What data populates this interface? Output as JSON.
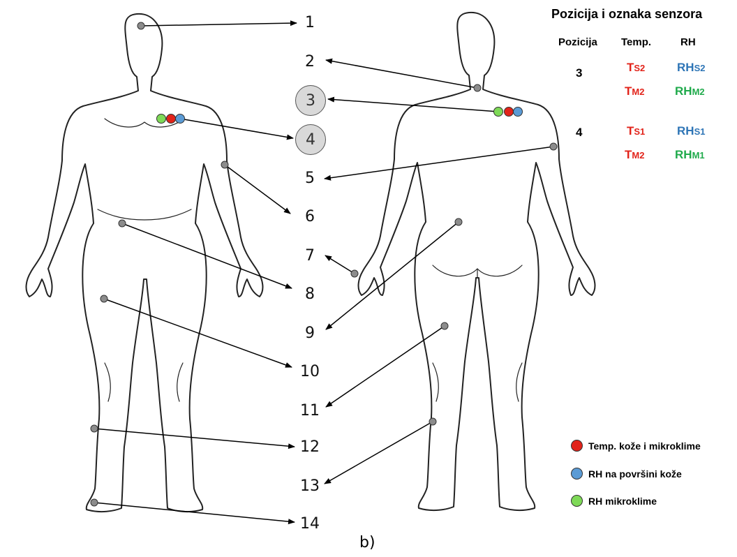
{
  "labels": {
    "n1": "1",
    "n2": "2",
    "n3": "3",
    "n4": "4",
    "n5": "5",
    "n6": "6",
    "n7": "7",
    "n8": "8",
    "n9": "9",
    "n10": "10",
    "n11": "11",
    "n12": "12",
    "n13": "13",
    "n14": "14"
  },
  "legend": {
    "title": "Pozicija i oznaka senzora",
    "col_pozicija": "Pozicija",
    "col_temp": "Temp.",
    "col_rh": "RH",
    "rows": [
      {
        "position": "3",
        "temp_skin": {
          "main": "T",
          "sub": "S2"
        },
        "rh_skin": {
          "main": "RH",
          "sub": "S2"
        },
        "temp_micro": {
          "main": "T",
          "sub": "M2"
        },
        "rh_micro": {
          "main": "RH",
          "sub": "M2"
        }
      },
      {
        "position": "4",
        "temp_skin": {
          "main": "T",
          "sub": "S1"
        },
        "rh_skin": {
          "main": "RH",
          "sub": "S1"
        },
        "temp_micro": {
          "main": "T",
          "sub": "M2"
        },
        "rh_micro": {
          "main": "RH",
          "sub": "M1"
        }
      }
    ],
    "items": [
      {
        "label": "Temp. kože i mikroklime",
        "color": "#e2231a"
      },
      {
        "label": "RH na površini kože",
        "color": "#5b9bd5"
      },
      {
        "label": "RH mikroklime",
        "color": "#7ed957"
      }
    ]
  },
  "caption": "b)",
  "colors": {
    "marker": "#8c8c8c",
    "label_circle": "#d9d9d9",
    "red": "#e2231a",
    "blue": "#5b9bd5",
    "green": "#7ed957"
  }
}
